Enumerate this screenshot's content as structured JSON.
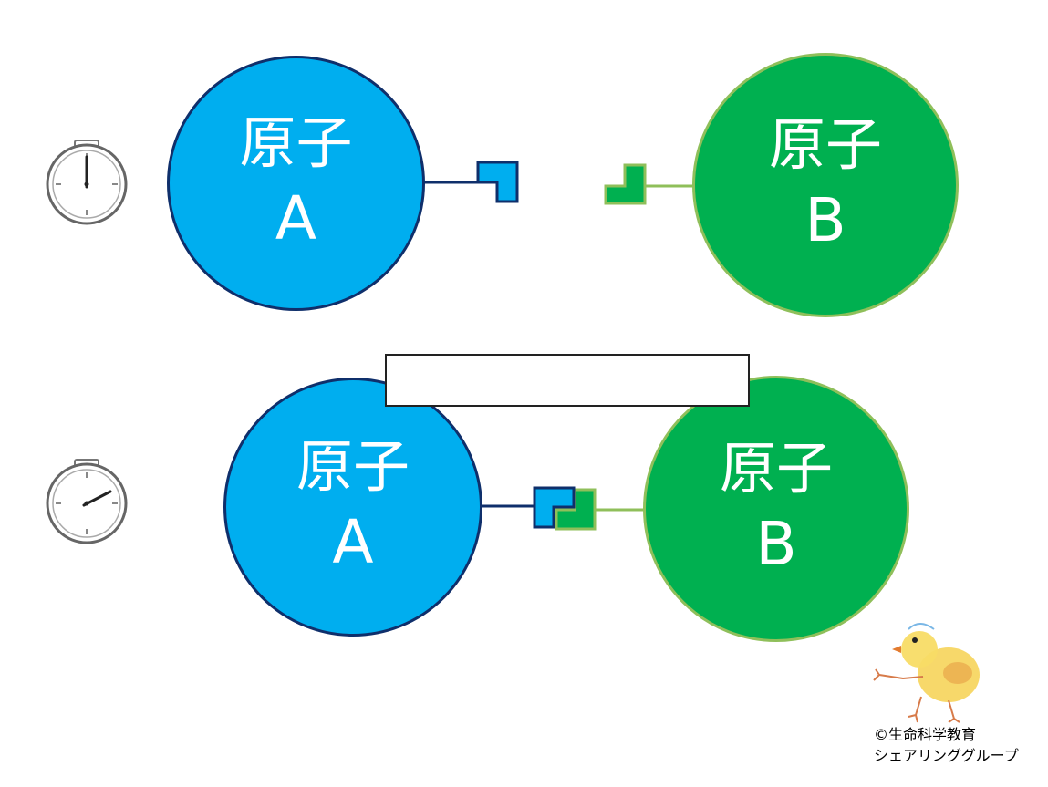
{
  "top_row": {
    "atom_a": {
      "label_line1": "原子",
      "label_line2": "A"
    },
    "atom_b": {
      "label_line1": "原子",
      "label_line2": "B"
    }
  },
  "bottom_row": {
    "atom_a": {
      "label_line1": "原子",
      "label_line2": "A"
    },
    "atom_b": {
      "label_line1": "原子",
      "label_line2": "B"
    },
    "blank_box_text": ""
  },
  "credit": {
    "line1": "©生命科学教育",
    "line2": "シェアリンググループ"
  },
  "icons": [
    "stopwatch-icon",
    "stopwatch-icon",
    "chick-icon"
  ],
  "colors": {
    "atom_a_fill": "#00aeef",
    "atom_a_border": "#0f2f6b",
    "atom_b_fill": "#00b050",
    "atom_b_border": "#8fbf5a"
  }
}
